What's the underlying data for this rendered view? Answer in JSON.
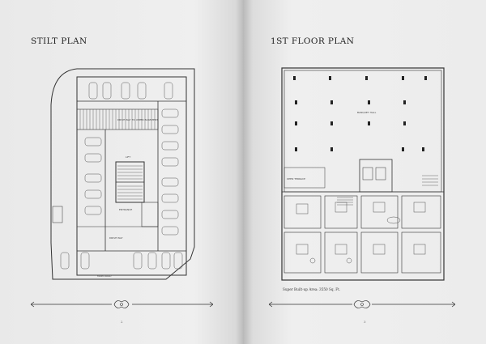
{
  "left_page": {
    "title": "STILT PLAN",
    "page_number": "2",
    "labels": {
      "upper_ramp": "DRIVE WAY TO UPPER BASEMENT",
      "lift": "LIFT",
      "entrance": "ENTRANCE",
      "driveway": "DRIVE WAY",
      "bottom_road": "MAIN ROAD"
    }
  },
  "right_page": {
    "title": "1ST FLOOR PLAN",
    "page_number": "3",
    "caption": "Super Built-up Area: 3550 Sq. Ft.",
    "labels": {
      "hall": "BANQUET HALL",
      "terrace": "OPEN TERRACE"
    }
  }
}
